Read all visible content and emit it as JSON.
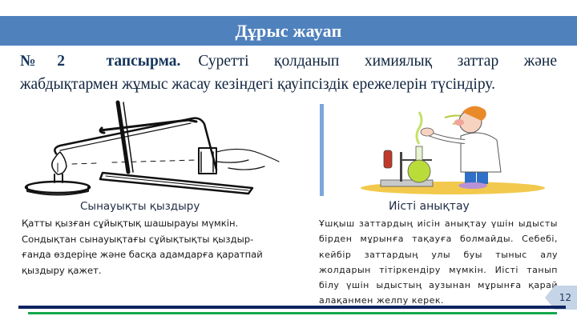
{
  "header": {
    "title": "Дұрыс жауап",
    "background_color": "#4f81bd"
  },
  "task": {
    "label": "№2 тапсырма.",
    "line1": "Суретті қолданып химиялық заттар және",
    "line2": "жабдықтармен жұмыс жасау кезіндегі қауіпсіздік ережелерін түсіндіру."
  },
  "left_panel": {
    "image": "heating-test-tube-illustration",
    "caption": "Сынауықты қыздыру",
    "text_lines": [
      "Қатты қызған сұйықтық шашырауы мүмкін.",
      "Сондықтан сынауықтағы сұйықтықты қыздыр-",
      "ғанда өздеріңе және басқа адамдарға қаратпай",
      "қыздыру қажет."
    ]
  },
  "right_panel": {
    "image": "scientist-smelling-flask-illustration",
    "caption": "Иісті анықтау",
    "text": "Ұшқыш заттардың иісін анықтау үшін ыдысты бірден мұрынға тақауға болмайды. Себебі, кейбір заттардың улы буы тыныс алу жолдарын тітіркендіру мүмкін. Иісті танып білу үшін ыдыстың аузынан мұрынға қарай алақанмен желпу керек."
  },
  "footer": {
    "page_number": "12",
    "line_colors": [
      "#0e2561",
      "#14a84c"
    ]
  }
}
